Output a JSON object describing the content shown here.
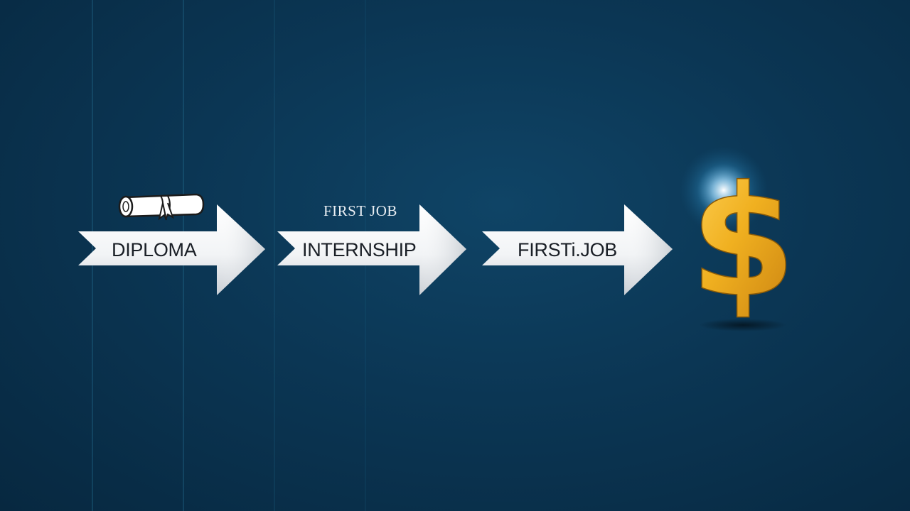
{
  "diagram": {
    "steps": [
      {
        "id": "diploma",
        "label": "DIPLOMA",
        "icon": "diploma-scroll-icon"
      },
      {
        "id": "internship",
        "label": "INTERNSHIP"
      },
      {
        "id": "first-job",
        "label": "FIRSTi.JOB"
      }
    ],
    "caption_above_internship": "FIRST JOB",
    "goal": {
      "symbol": "$",
      "icon": "dollar-sign-icon",
      "color": "#f0b020"
    }
  },
  "colors": {
    "background": "#0b3654",
    "grid_line": "#1b6d8f",
    "arrow_fill": "#f4f6f8",
    "arrow_text": "#1a1f26",
    "dollar": "#f0b020"
  }
}
